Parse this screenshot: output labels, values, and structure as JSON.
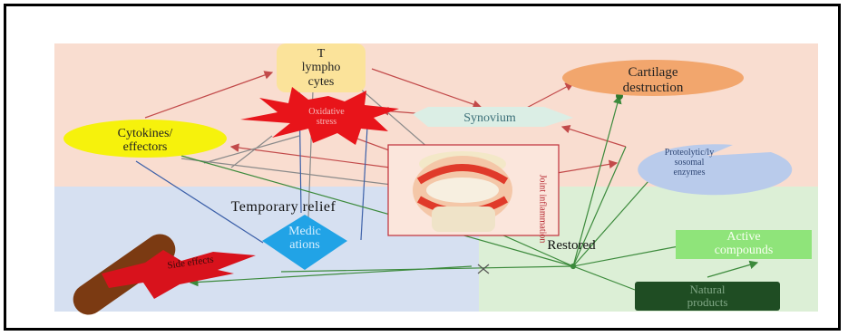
{
  "diagram": {
    "nodes": {
      "t_cells": "T\nlympho\ncytes",
      "cartilage": "Cartilage\ndestruction",
      "cytokines": "Cytokines/\neffectors",
      "oxidative": "Oxidative\nstress",
      "synovium": "Synovium",
      "proteolytic": "Proteolytic/ly\nsosomal\nenzymes",
      "joint": "Joint inflammation",
      "temporary_relief": "Temporary relief",
      "medications": "Medic\nations",
      "restored": "Restored",
      "active_compounds": "Active\ncompounds",
      "natural_products": "Natural\nproducts",
      "side_effects": "Side effects"
    },
    "colors": {
      "bg_top": "#f9ddd0",
      "bg_bottom_left": "#d6e0f1",
      "bg_bottom_right": "#dcefd6",
      "yellow_node": "#f6f20c",
      "t_cell_node": "#fbe39a",
      "cartilage_node": "#f2a66d",
      "oxidative_node": "#e8141a",
      "synovium_node": "#dbeee5",
      "proteolytic_node": "#b9cbeb",
      "medications_node": "#21a3e6",
      "active_node": "#8fe47a",
      "natural_node": "#1f4d23",
      "side_effects_node": "#d8121c",
      "bandage": "#7b3a12"
    }
  }
}
